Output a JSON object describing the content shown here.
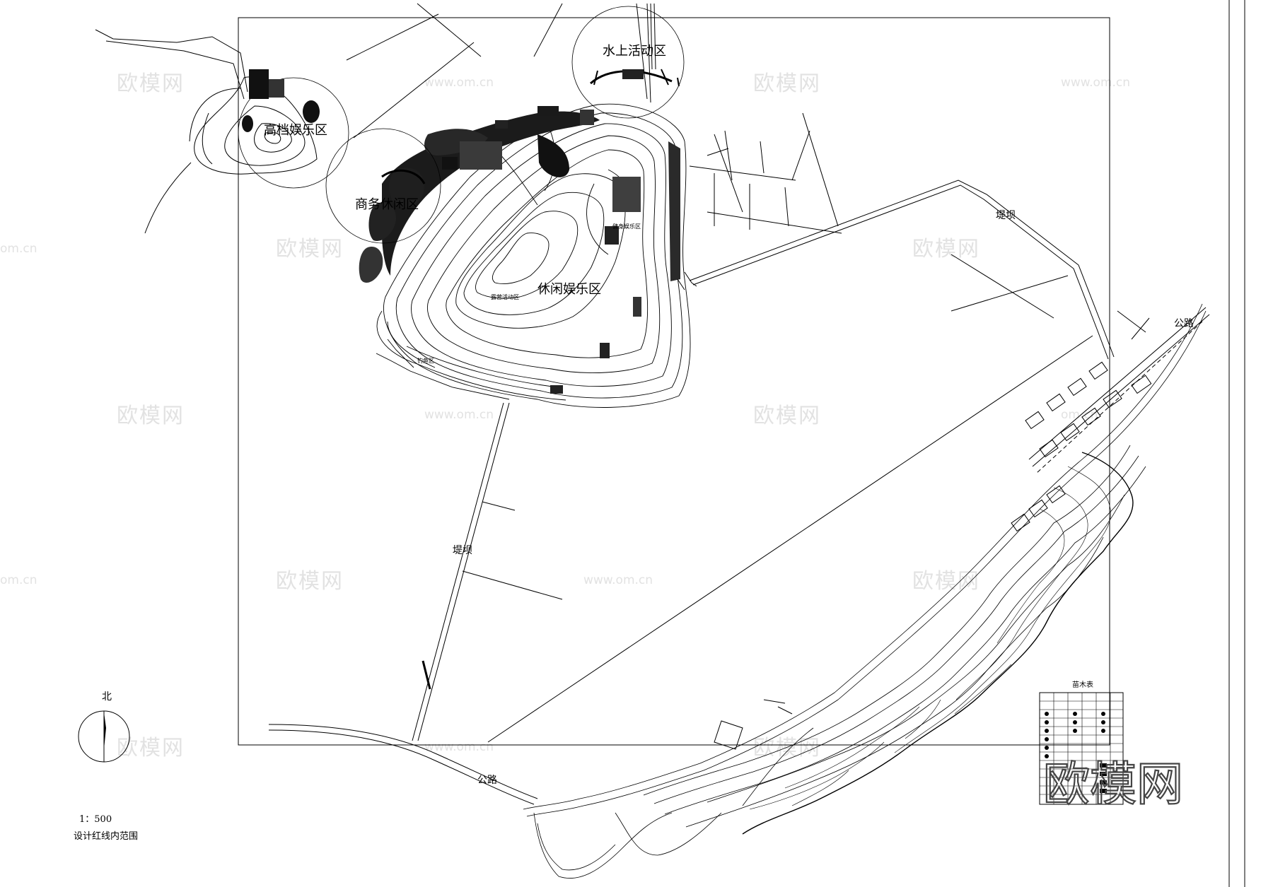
{
  "zones": {
    "high_end": "高档娱乐区",
    "water": "水上活动区",
    "business": "商务休闲区",
    "leisure": "休闲娱乐区",
    "camping": "露营活动区",
    "fitness": "健身娱乐区",
    "fishing": "钓鱼区"
  },
  "labels": {
    "dam_right": "堤坝",
    "dam_center": "堤坝",
    "road_right": "公路",
    "road_bottom": "公路",
    "north": "北",
    "scale": "1：500",
    "scope": "设计红线内范围",
    "plant_table_title": "苗木表"
  },
  "watermarks": {
    "brand": "欧模网",
    "url": "www.om.cn",
    "short_url": "om.cn"
  }
}
